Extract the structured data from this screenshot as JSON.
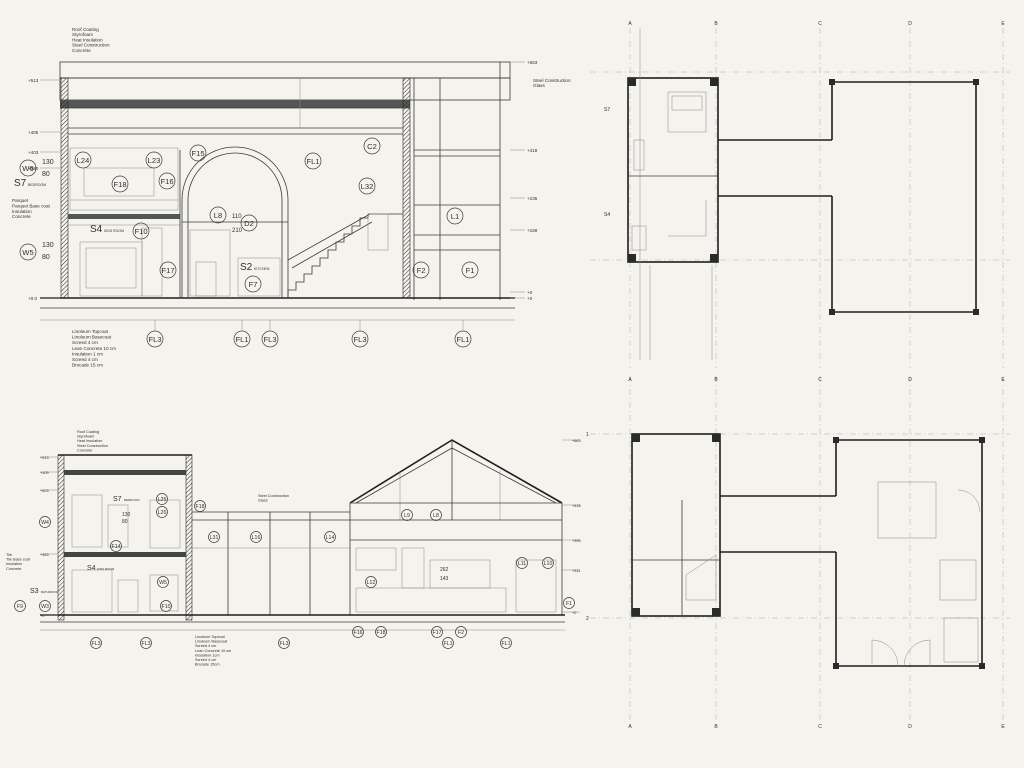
{
  "section_a": {
    "roof_layers": [
      "Roof Coating",
      "Styrofoam",
      "Heat Insulation",
      "Steel Construction",
      "Concrete"
    ],
    "steel_note": [
      "Steel Construction",
      "Glass"
    ],
    "floor_layers": [
      "Linoleum Topcoat",
      "Linoleum Basecoat",
      "Screed 4 cm",
      "Lean Concrete 10 cm",
      "Insulation 1 cm",
      "Screed 4 cm",
      "Brocade 15 cm"
    ],
    "left_layers": [
      "Parquet",
      "Parquet Base coat",
      "Insulation",
      "Concrete"
    ],
    "levels_left": [
      "+513",
      "+405",
      "+403",
      "+390",
      "+0.0"
    ],
    "levels_right": [
      "+663",
      "+418",
      "+235",
      "+169",
      "+0",
      "+0"
    ],
    "dims": [
      "130",
      "80",
      "130",
      "80"
    ],
    "rooms": [
      {
        "code": "S7",
        "name": "BEDROOM"
      },
      {
        "code": "S4",
        "name": "KIDS ROOM"
      },
      {
        "code": "S2",
        "name": "KITCHEN"
      }
    ],
    "tags": [
      "W6",
      "W5",
      "L24",
      "L23",
      "F15",
      "FL1",
      "C2",
      "F16",
      "F18",
      "L32",
      "L8",
      "D2",
      "L1",
      "F10",
      "F17",
      "F7",
      "F2",
      "F1"
    ],
    "door_dims": [
      "110",
      "210"
    ],
    "floor_tags": [
      "FL3",
      "FL1",
      "FL3",
      "FL3",
      "FL1"
    ]
  },
  "section_b": {
    "roof_layers": [
      "Roof Coating",
      "Styrofoam",
      "Heat Insulation",
      "Steel Construction",
      "Concrete"
    ],
    "steel_note": [
      "Steel Construction",
      "Glass"
    ],
    "floor_layers": [
      "Linoleum Topcoat",
      "Linoleum Basecoat",
      "Screed 4 cm",
      "Lean Concrete 10 cm",
      "Insulation 1cm",
      "Screed 4 cm",
      "Brocade 15cm"
    ],
    "left_layers": [
      "Tile",
      "Tile Base coat",
      "Insulation",
      "Concrete"
    ],
    "levels_left": [
      "+513",
      "+409",
      "+403",
      "+363",
      "+0"
    ],
    "levels_right": [
      "+663",
      "+418",
      "+395",
      "+311",
      "+0"
    ],
    "rooms": [
      {
        "code": "S7",
        "name": "BEDROOM"
      },
      {
        "code": "S4",
        "name": "KIDS ROOM"
      },
      {
        "code": "S3",
        "name": "BATHROOM"
      }
    ],
    "tags": [
      "W4",
      "F14",
      "F9",
      "W3",
      "F18",
      "F10",
      "L25",
      "L26",
      "L31",
      "L16",
      "L14",
      "L9",
      "L8",
      "L12",
      "L11",
      "L10",
      "F1",
      "W5"
    ],
    "dims": [
      "130",
      "80",
      "262",
      "143"
    ],
    "floor_tags": [
      "FL3",
      "FL3",
      "FL3",
      "F16",
      "F18",
      "F17",
      "F2",
      "FL1",
      "FL1"
    ]
  },
  "plan_top": {
    "grid_labels": [
      "A",
      "B",
      "C",
      "D",
      "E"
    ],
    "tags": [
      "S7",
      "S4"
    ]
  },
  "plan_bottom": {
    "grid_labels": [
      "A",
      "B",
      "C",
      "D",
      "E"
    ],
    "row_labels": [
      "1",
      "2"
    ]
  },
  "colors": {
    "paper": "#f5f3ee",
    "ink": "#2a2a2a",
    "grid": "#9a9a9a"
  }
}
